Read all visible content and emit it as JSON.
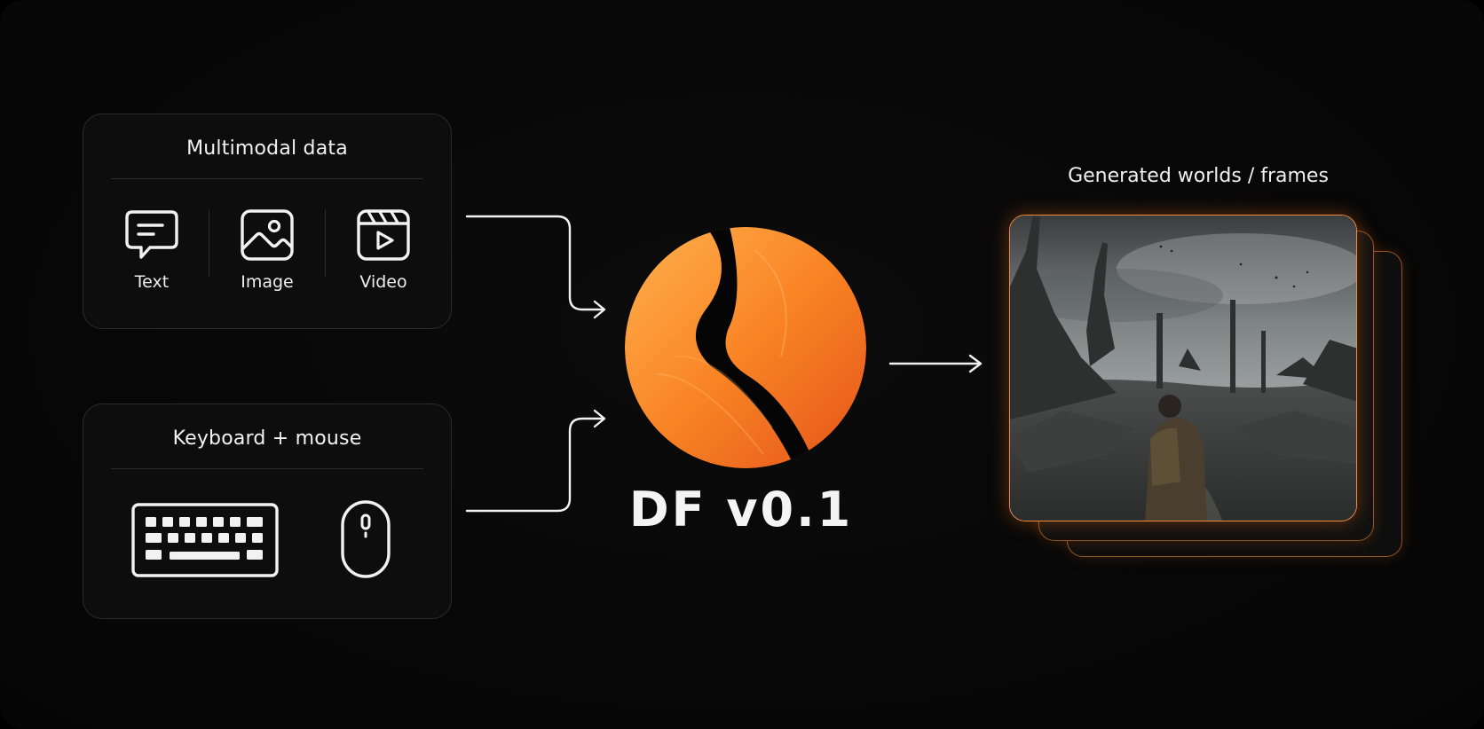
{
  "colors": {
    "accent": "#f47a1f",
    "accent_light": "#ffa548",
    "panel_border": "#2b2b2b",
    "text": "#f2f2f2"
  },
  "inputs": {
    "multimodal": {
      "title": "Multimodal data",
      "items": [
        {
          "label": "Text",
          "icon": "text-chat-icon"
        },
        {
          "label": "Image",
          "icon": "image-icon"
        },
        {
          "label": "Video",
          "icon": "video-clapper-icon"
        }
      ]
    },
    "controls": {
      "title": "Keyboard + mouse",
      "items": [
        {
          "icon": "keyboard-icon"
        },
        {
          "icon": "mouse-icon"
        }
      ]
    }
  },
  "model": {
    "name": "DF v0.1",
    "logo_icon": "flame-sphere-logo"
  },
  "output": {
    "title": "Generated worlds / frames",
    "frame_image": "post-apocalyptic-ruins-scene"
  }
}
